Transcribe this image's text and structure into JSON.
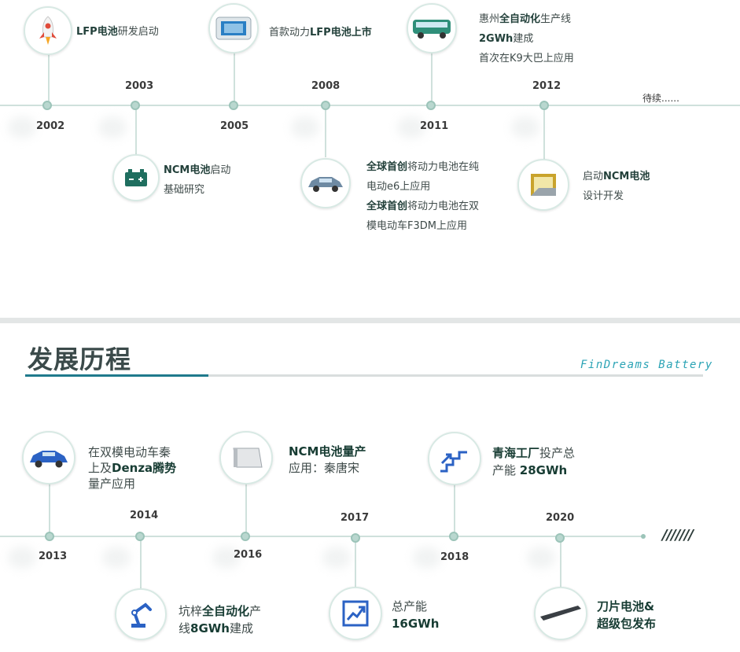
{
  "header": {
    "title": "发展历程",
    "brand": "FinDreams Battery"
  },
  "timeline_top": {
    "continue_label": "待续......",
    "years": [
      "2002",
      "2003",
      "2005",
      "2008",
      "2011",
      "2012"
    ],
    "events": [
      {
        "l1_b": "LFP电池",
        "l1": "研发启动"
      },
      {
        "l1_b": "NCM电池",
        "l1": "启动",
        "l2": "基础研究"
      },
      {
        "l1": "首款动力",
        "l1_b": "LFP电池上市"
      },
      {
        "l1_b": "全球首创",
        "l1": "将动力电池在纯",
        "l2": "电动e6上应用",
        "l3_b": "全球首创",
        "l3": "将动力电池在双",
        "l4": "模电动车F3DM上应用"
      },
      {
        "l1a": "惠州",
        "l1_b": "全自动化",
        "l1c": "生产线",
        "l2_b": "2GWh",
        "l2": "建成",
        "l3": "首次在K9大巴上应用"
      },
      {
        "l1": "启动",
        "l1_b": "NCM电池",
        "l2": "设计开发"
      }
    ]
  },
  "timeline_bottom": {
    "end_marks": "///////",
    "years": [
      "2013",
      "2014",
      "2016",
      "2017",
      "2018",
      "2020"
    ],
    "events": [
      {
        "l1": "在双模电动车秦",
        "l2": "上及",
        "l2_b": "Denza腾势",
        "l3": "量产应用"
      },
      {
        "l1": "坑梓",
        "l1_b": "全自动化",
        "l1c": "产",
        "l2": "线",
        "l2_b": "8GWh",
        "l2c": "建成"
      },
      {
        "l1_b": "NCM电池量产",
        "l2": "应用：秦唐宋"
      },
      {
        "l1": "总产能",
        "l2_b": "16GWh"
      },
      {
        "l1_b": "青海工厂",
        "l1c": "投产总",
        "l2": "产能 ",
        "l2_b": "28GWh"
      },
      {
        "l1_b": "刀片电池&",
        "l2_b": "超级包发布"
      }
    ]
  },
  "colors": {
    "line": "#cfe1dc",
    "dot": "#b9d7cf",
    "accent_bar": "#1f7a8c",
    "brand": "#2aa3b5"
  }
}
